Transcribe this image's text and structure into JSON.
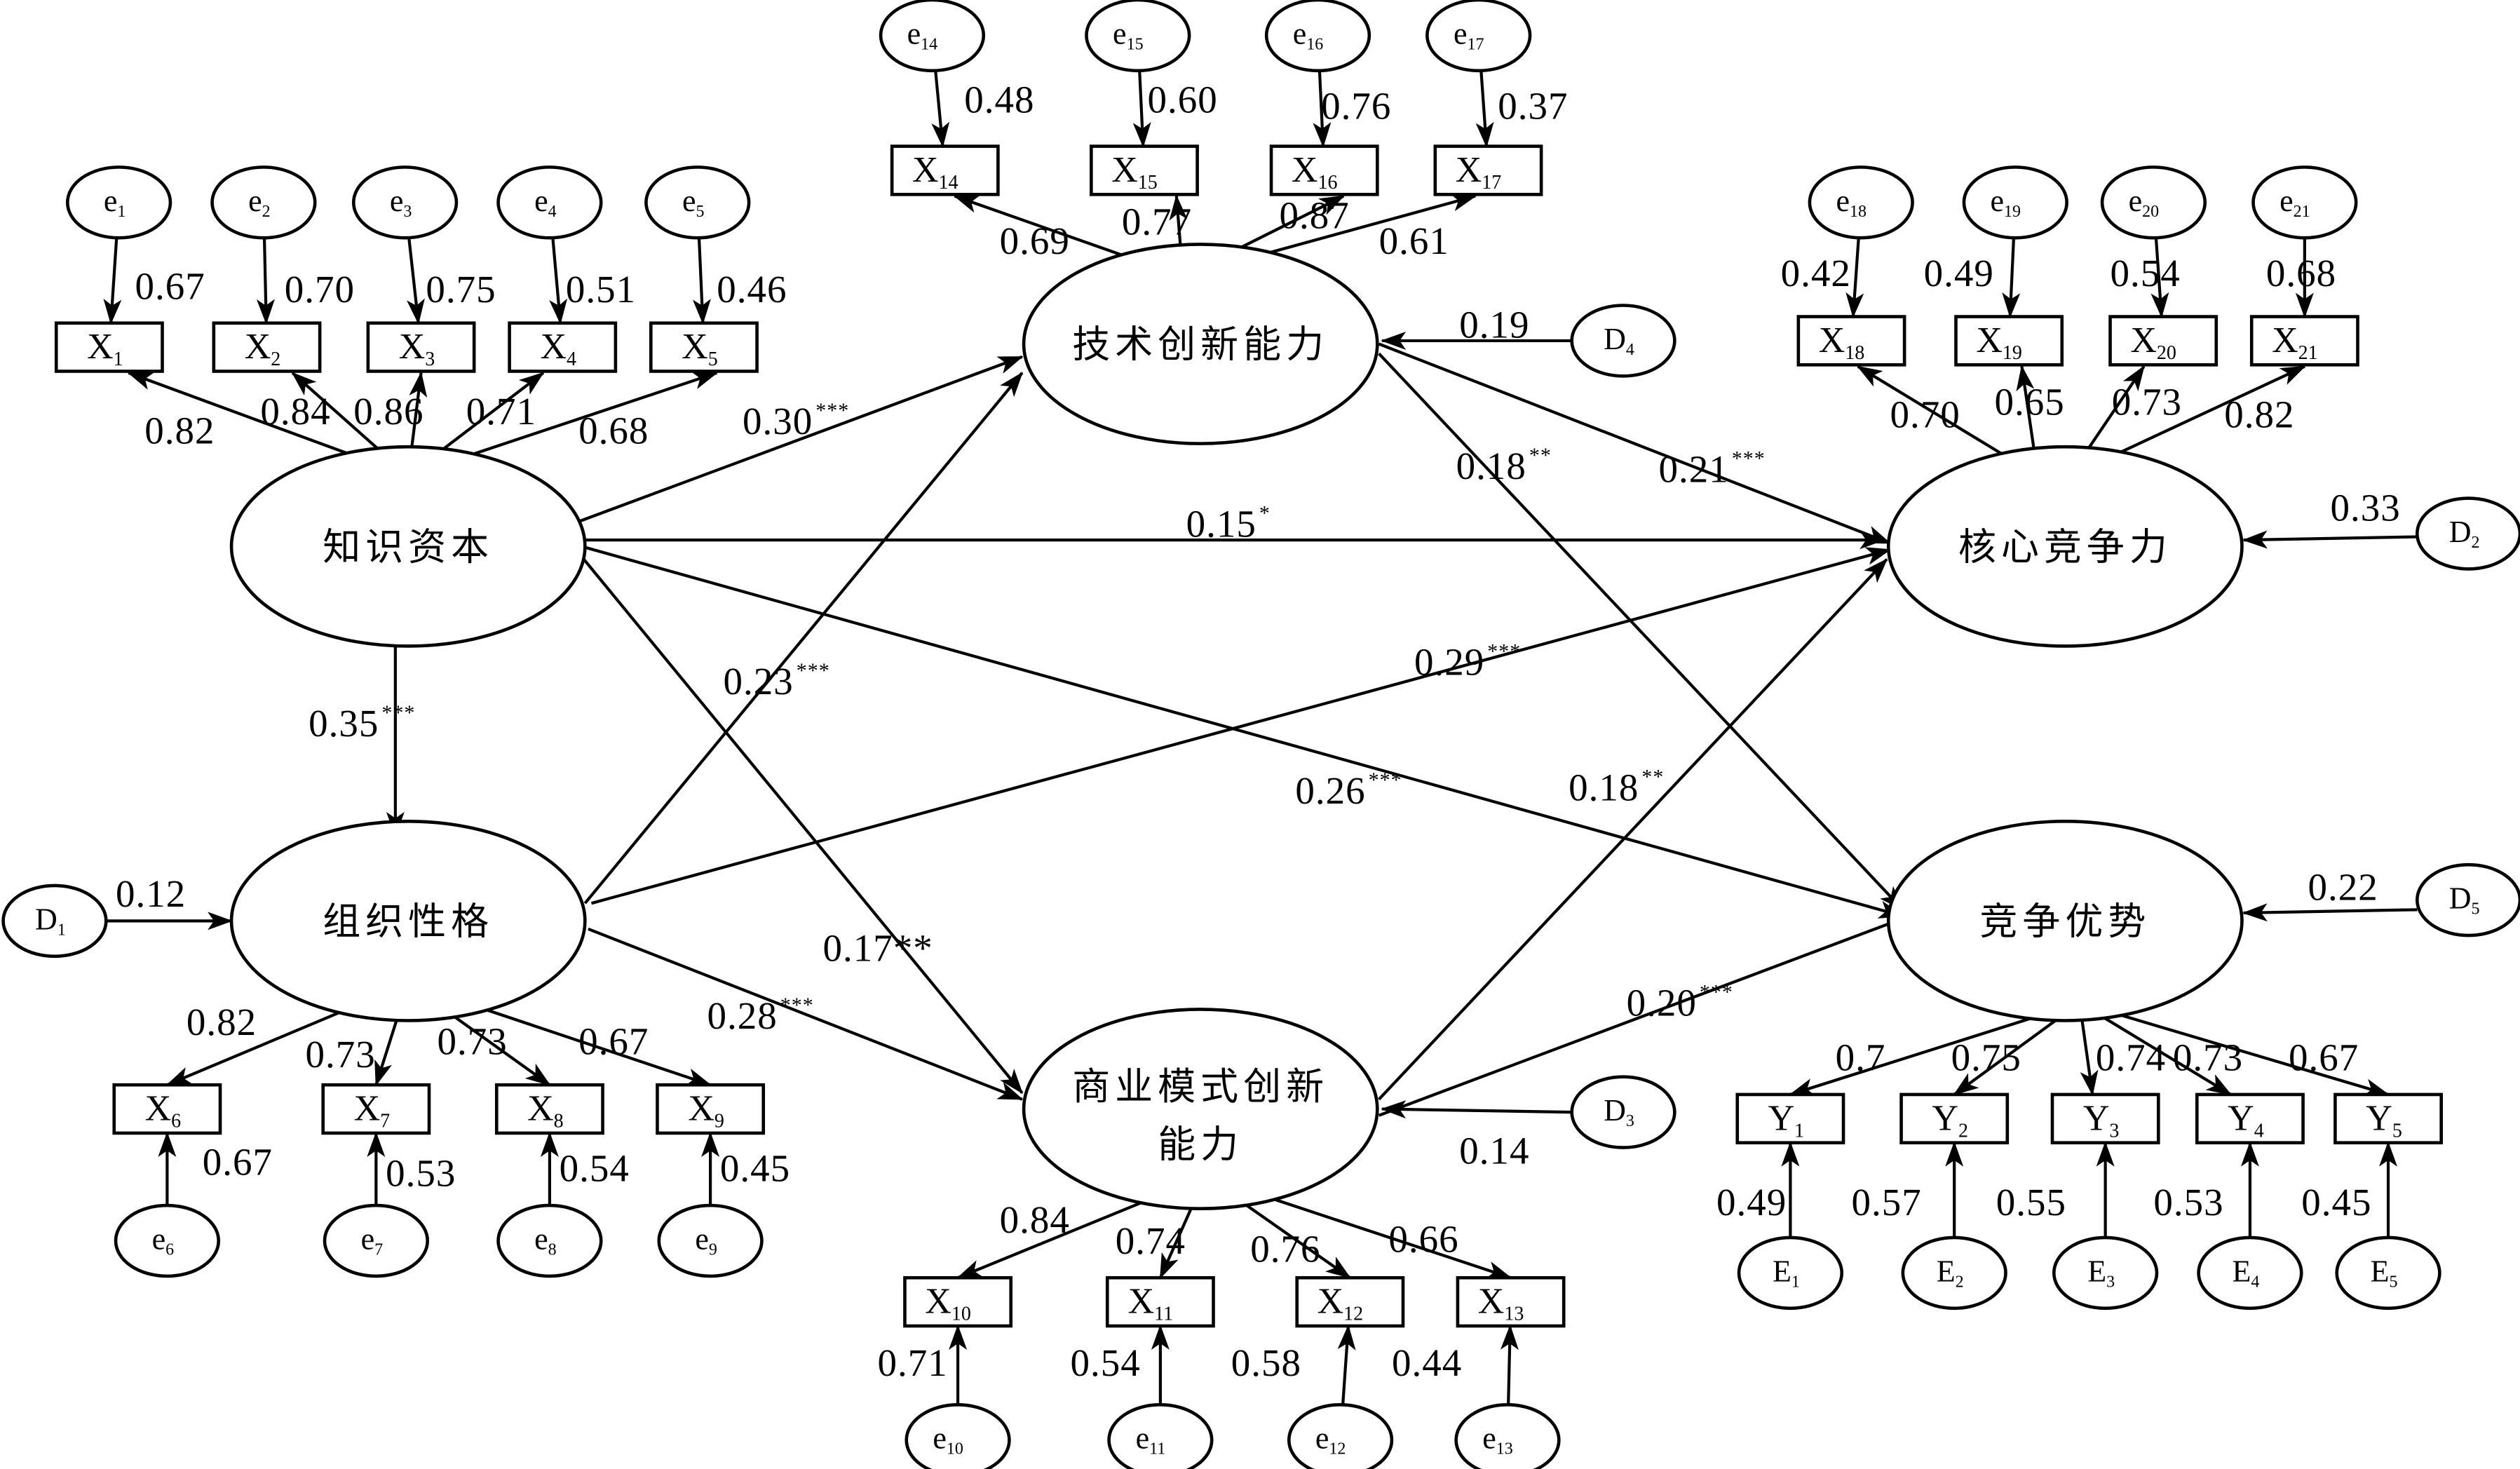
{
  "nodes": [
    {
      "id": "zszb",
      "shape": "ellipse",
      "label": "知识资本"
    },
    {
      "id": "zzxg",
      "shape": "ellipse",
      "label": "组织性格"
    },
    {
      "id": "jscx",
      "shape": "ellipse",
      "label": "技术创新能力"
    },
    {
      "id": "syms",
      "shape": "ellipse",
      "label": "商业模式创新",
      "label2": "能力"
    },
    {
      "id": "hxjz",
      "shape": "ellipse",
      "label": "核心竞争力"
    },
    {
      "id": "jzys",
      "shape": "ellipse",
      "label": "竞争优势"
    },
    {
      "id": "X1",
      "shape": "rect",
      "main": "X",
      "sub": "1"
    },
    {
      "id": "X2",
      "shape": "rect",
      "main": "X",
      "sub": "2"
    },
    {
      "id": "X3",
      "shape": "rect",
      "main": "X",
      "sub": "3"
    },
    {
      "id": "X4",
      "shape": "rect",
      "main": "X",
      "sub": "4"
    },
    {
      "id": "X5",
      "shape": "rect",
      "main": "X",
      "sub": "5"
    },
    {
      "id": "X6",
      "shape": "rect",
      "main": "X",
      "sub": "6"
    },
    {
      "id": "X7",
      "shape": "rect",
      "main": "X",
      "sub": "7"
    },
    {
      "id": "X8",
      "shape": "rect",
      "main": "X",
      "sub": "8"
    },
    {
      "id": "X9",
      "shape": "rect",
      "main": "X",
      "sub": "9"
    },
    {
      "id": "X10",
      "shape": "rect",
      "main": "X",
      "sub": "10"
    },
    {
      "id": "X11",
      "shape": "rect",
      "main": "X",
      "sub": "11"
    },
    {
      "id": "X12",
      "shape": "rect",
      "main": "X",
      "sub": "12"
    },
    {
      "id": "X13",
      "shape": "rect",
      "main": "X",
      "sub": "13"
    },
    {
      "id": "X14",
      "shape": "rect",
      "main": "X",
      "sub": "14"
    },
    {
      "id": "X15",
      "shape": "rect",
      "main": "X",
      "sub": "15"
    },
    {
      "id": "X16",
      "shape": "rect",
      "main": "X",
      "sub": "16"
    },
    {
      "id": "X17",
      "shape": "rect",
      "main": "X",
      "sub": "17"
    },
    {
      "id": "X18",
      "shape": "rect",
      "main": "X",
      "sub": "18"
    },
    {
      "id": "X19",
      "shape": "rect",
      "main": "X",
      "sub": "19"
    },
    {
      "id": "X20",
      "shape": "rect",
      "main": "X",
      "sub": "20"
    },
    {
      "id": "X21",
      "shape": "rect",
      "main": "X",
      "sub": "21"
    },
    {
      "id": "Y1",
      "shape": "rect",
      "main": "Y",
      "sub": "1"
    },
    {
      "id": "Y2",
      "shape": "rect",
      "main": "Y",
      "sub": "2"
    },
    {
      "id": "Y3",
      "shape": "rect",
      "main": "Y",
      "sub": "3"
    },
    {
      "id": "Y4",
      "shape": "rect",
      "main": "Y",
      "sub": "4"
    },
    {
      "id": "Y5",
      "shape": "rect",
      "main": "Y",
      "sub": "5"
    },
    {
      "id": "e1",
      "shape": "small",
      "main": "e",
      "sub": "1"
    },
    {
      "id": "e2",
      "shape": "small",
      "main": "e",
      "sub": "2"
    },
    {
      "id": "e3",
      "shape": "small",
      "main": "e",
      "sub": "3"
    },
    {
      "id": "e4",
      "shape": "small",
      "main": "e",
      "sub": "4"
    },
    {
      "id": "e5",
      "shape": "small",
      "main": "e",
      "sub": "5"
    },
    {
      "id": "e6",
      "shape": "small",
      "main": "e",
      "sub": "6"
    },
    {
      "id": "e7",
      "shape": "small",
      "main": "e",
      "sub": "7"
    },
    {
      "id": "e8",
      "shape": "small",
      "main": "e",
      "sub": "8"
    },
    {
      "id": "e9",
      "shape": "small",
      "main": "e",
      "sub": "9"
    },
    {
      "id": "e10",
      "shape": "small",
      "main": "e",
      "sub": "10"
    },
    {
      "id": "e11",
      "shape": "small",
      "main": "e",
      "sub": "11"
    },
    {
      "id": "e12",
      "shape": "small",
      "main": "e",
      "sub": "12"
    },
    {
      "id": "e13",
      "shape": "small",
      "main": "e",
      "sub": "13"
    },
    {
      "id": "e14",
      "shape": "small",
      "main": "e",
      "sub": "14"
    },
    {
      "id": "e15",
      "shape": "small",
      "main": "e",
      "sub": "15"
    },
    {
      "id": "e16",
      "shape": "small",
      "main": "e",
      "sub": "16"
    },
    {
      "id": "e17",
      "shape": "small",
      "main": "e",
      "sub": "17"
    },
    {
      "id": "e18",
      "shape": "small",
      "main": "e",
      "sub": "18"
    },
    {
      "id": "e19",
      "shape": "small",
      "main": "e",
      "sub": "19"
    },
    {
      "id": "e20",
      "shape": "small",
      "main": "e",
      "sub": "20"
    },
    {
      "id": "e21",
      "shape": "small",
      "main": "e",
      "sub": "21"
    },
    {
      "id": "E1",
      "shape": "small",
      "main": "E",
      "sub": "1"
    },
    {
      "id": "E2",
      "shape": "small",
      "main": "E",
      "sub": "2"
    },
    {
      "id": "E3",
      "shape": "small",
      "main": "E",
      "sub": "3"
    },
    {
      "id": "E4",
      "shape": "small",
      "main": "E",
      "sub": "4"
    },
    {
      "id": "E5",
      "shape": "small",
      "main": "E",
      "sub": "5"
    },
    {
      "id": "D1",
      "shape": "small",
      "main": "D",
      "sub": "1"
    },
    {
      "id": "D2",
      "shape": "small",
      "main": "D",
      "sub": "2"
    },
    {
      "id": "D3",
      "shape": "small",
      "main": "D",
      "sub": "3"
    },
    {
      "id": "D4",
      "shape": "small",
      "main": "D",
      "sub": "4"
    },
    {
      "id": "D5",
      "shape": "small",
      "main": "D",
      "sub": "5"
    }
  ],
  "edges": [
    {
      "from": "e1",
      "to": "X1",
      "label": "0.67"
    },
    {
      "from": "e2",
      "to": "X2",
      "label": "0.70"
    },
    {
      "from": "e3",
      "to": "X3",
      "label": "0.75"
    },
    {
      "from": "e4",
      "to": "X4",
      "label": "0.51"
    },
    {
      "from": "e5",
      "to": "X5",
      "label": "0.46"
    },
    {
      "from": "zszb",
      "to": "X1",
      "label": "0.82"
    },
    {
      "from": "zszb",
      "to": "X2",
      "label": "0.84"
    },
    {
      "from": "zszb",
      "to": "X3",
      "label": "0.86"
    },
    {
      "from": "zszb",
      "to": "X4",
      "label": "0.71"
    },
    {
      "from": "zszb",
      "to": "X5",
      "label": "0.68"
    },
    {
      "from": "e14",
      "to": "X14",
      "label": "0.48"
    },
    {
      "from": "e15",
      "to": "X15",
      "label": "0.60"
    },
    {
      "from": "e16",
      "to": "X16",
      "label": "0.76"
    },
    {
      "from": "e17",
      "to": "X17",
      "label": "0.37"
    },
    {
      "from": "jscx",
      "to": "X14",
      "label": "0.69"
    },
    {
      "from": "jscx",
      "to": "X15",
      "label": "0.77"
    },
    {
      "from": "jscx",
      "to": "X16",
      "label": "0.87"
    },
    {
      "from": "jscx",
      "to": "X17",
      "label": "0.61"
    },
    {
      "from": "e18",
      "to": "X18",
      "label": "0.42"
    },
    {
      "from": "e19",
      "to": "X19",
      "label": "0.49"
    },
    {
      "from": "e20",
      "to": "X20",
      "label": "0.54"
    },
    {
      "from": "e21",
      "to": "X21",
      "label": "0.68"
    },
    {
      "from": "hxjz",
      "to": "X18",
      "label": "0.70"
    },
    {
      "from": "hxjz",
      "to": "X19",
      "label": "0.65"
    },
    {
      "from": "hxjz",
      "to": "X20",
      "label": "0.73"
    },
    {
      "from": "hxjz",
      "to": "X21",
      "label": "0.82"
    },
    {
      "from": "zzxg",
      "to": "X6",
      "label": "0.82"
    },
    {
      "from": "zzxg",
      "to": "X7",
      "label": "0.73"
    },
    {
      "from": "zzxg",
      "to": "X8",
      "label": "0.73"
    },
    {
      "from": "zzxg",
      "to": "X9",
      "label": "0.67"
    },
    {
      "from": "e6",
      "to": "X6",
      "label": "0.67"
    },
    {
      "from": "e7",
      "to": "X7",
      "label": "0.53"
    },
    {
      "from": "e8",
      "to": "X8",
      "label": "0.54"
    },
    {
      "from": "e9",
      "to": "X9",
      "label": "0.45"
    },
    {
      "from": "syms",
      "to": "X10",
      "label": "0.84"
    },
    {
      "from": "syms",
      "to": "X11",
      "label": "0.74"
    },
    {
      "from": "syms",
      "to": "X12",
      "label": "0.76"
    },
    {
      "from": "syms",
      "to": "X13",
      "label": "0.66"
    },
    {
      "from": "e10",
      "to": "X10",
      "label": "0.71"
    },
    {
      "from": "e11",
      "to": "X11",
      "label": "0.54"
    },
    {
      "from": "e12",
      "to": "X12",
      "label": "0.58"
    },
    {
      "from": "e13",
      "to": "X13",
      "label": "0.44"
    },
    {
      "from": "jzys",
      "to": "Y1",
      "label": "0.7"
    },
    {
      "from": "jzys",
      "to": "Y2",
      "label": "0.75"
    },
    {
      "from": "jzys",
      "to": "Y3",
      "label": "0.74"
    },
    {
      "from": "jzys",
      "to": "Y4",
      "label": "0.73"
    },
    {
      "from": "jzys",
      "to": "Y5",
      "label": "0.67"
    },
    {
      "from": "E1",
      "to": "Y1",
      "label": "0.49"
    },
    {
      "from": "E2",
      "to": "Y2",
      "label": "0.57"
    },
    {
      "from": "E3",
      "to": "Y3",
      "label": "0.55"
    },
    {
      "from": "E4",
      "to": "Y4",
      "label": "0.53"
    },
    {
      "from": "E5",
      "to": "Y5",
      "label": "0.45"
    },
    {
      "from": "D1",
      "to": "zzxg",
      "label": "0.12"
    },
    {
      "from": "D2",
      "to": "hxjz",
      "label": "0.33"
    },
    {
      "from": "D3",
      "to": "syms",
      "label": "0.14"
    },
    {
      "from": "D4",
      "to": "jscx",
      "label": "0.19"
    },
    {
      "from": "D5",
      "to": "jzys",
      "label": "0.22"
    },
    {
      "from": "zszb",
      "to": "jscx",
      "label": "0.30",
      "sig": "***"
    },
    {
      "from": "zszb",
      "to": "hxjz",
      "label": "0.15",
      "sig": "*"
    },
    {
      "from": "zszb",
      "to": "zzxg",
      "label": "0.35",
      "sig": "***"
    },
    {
      "from": "zszb",
      "to": "syms",
      "label": "0.17**"
    },
    {
      "from": "zszb",
      "to": "jzys",
      "label": "0.26",
      "sig": "***"
    },
    {
      "from": "zzxg",
      "to": "jscx",
      "label": "0.23",
      "sig": "***"
    },
    {
      "from": "zzxg",
      "to": "hxjz",
      "label": "0.29",
      "sig": "***"
    },
    {
      "from": "zzxg",
      "to": "syms",
      "label": "0.28",
      "sig": "***"
    },
    {
      "from": "jscx",
      "to": "hxjz",
      "label": "0.21",
      "sig": "***"
    },
    {
      "from": "jscx",
      "to": "jzys",
      "label": "0.18",
      "sig": "**"
    },
    {
      "from": "syms",
      "to": "hxjz",
      "label": "0.18",
      "sig": "**"
    },
    {
      "from": "syms",
      "to": "jzys",
      "label": "0.20",
      "sig": "***"
    }
  ]
}
